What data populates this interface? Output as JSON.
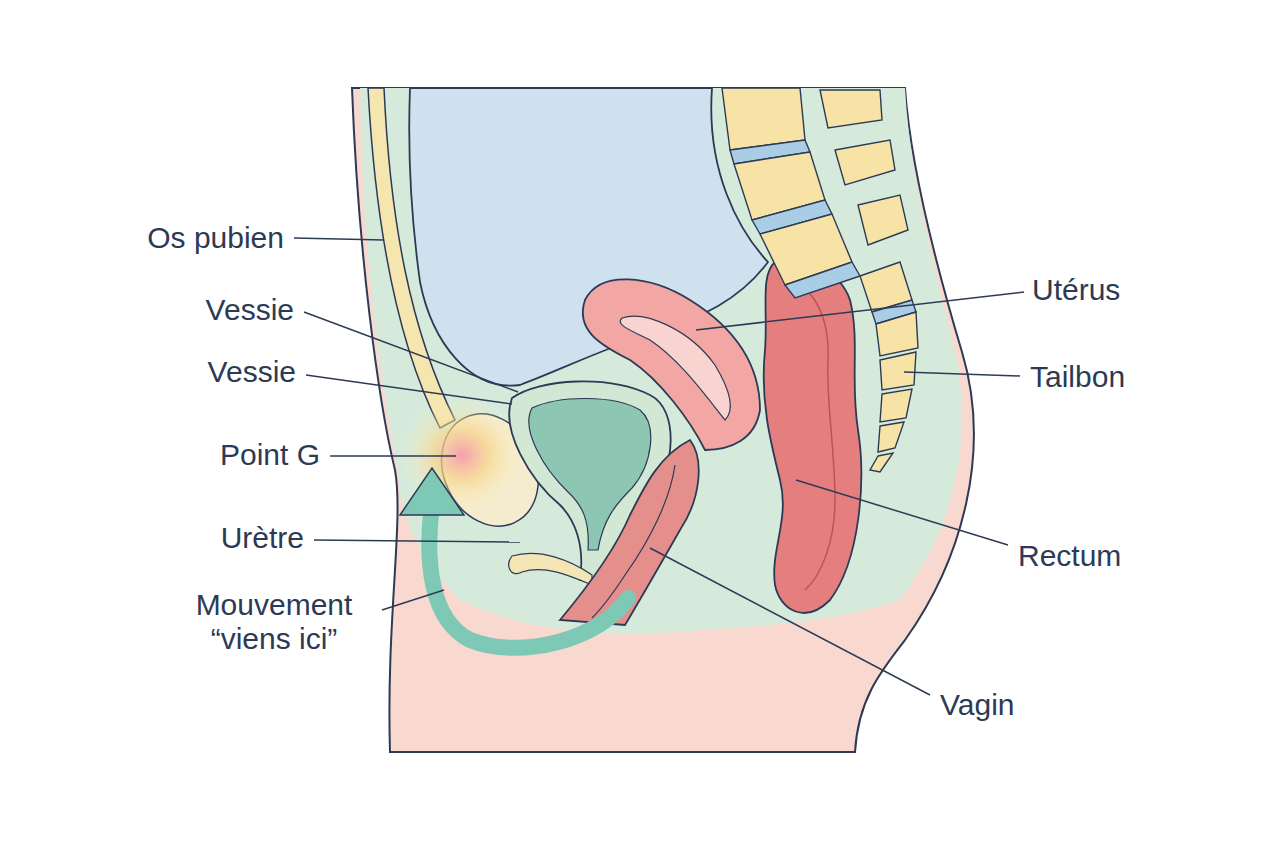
{
  "diagram": {
    "labels": [
      "Os pubien",
      "Vessie",
      "Vessie",
      "Point G",
      "Urètre",
      "Mouvement “viens ici”",
      "Utérus",
      "Tailbon",
      "Rectum",
      "Vagin"
    ]
  }
}
